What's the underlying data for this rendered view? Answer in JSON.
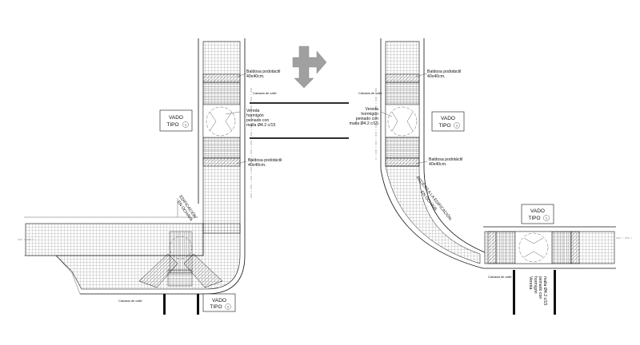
{
  "left_plan": {
    "paving_label_top": [
      "Baldosa podotáctil",
      "40x40cm."
    ],
    "paving_label_bottom": [
      "Baldosa podotáctil",
      "40x40cm."
    ],
    "vereda_label": [
      "Vereda",
      "hormigón",
      "peinado con",
      "malla Ø4.2 c/15"
    ],
    "vado_top": [
      "VADO",
      "TIPO",
      "1"
    ],
    "vado_bottom": [
      "VADO",
      "TIPO",
      "2"
    ],
    "curve_label": [
      "EDIFICACIÓN",
      "EN OCHAVA"
    ],
    "small_note": "Calzada de calle",
    "small_note_bottom": "Calzada de calle"
  },
  "right_plan": {
    "paving_label_top": [
      "Baldosa podotáctil",
      "40x40cm."
    ],
    "paving_label_bottom": [
      "Baldosa podotáctil",
      "40x40cm."
    ],
    "vereda_label": [
      "Vereda",
      "hormigón",
      "peinado con",
      "malla Ø4.2 c/15"
    ],
    "vereda_label_vertical": [
      "Vereda",
      "hormigón",
      "peinado con",
      "malla Ø4.2 c/15"
    ],
    "vado_top": [
      "VADO",
      "TIPO",
      "1"
    ],
    "vado_right": [
      "VADO",
      "TIPO",
      "1"
    ],
    "curve_label": [
      "ACCESO A LA EDIFICACIÓN",
      "EN OCHAVA"
    ],
    "small_note": "Calzada de calle",
    "small_note_bottom": "Calzada de calle"
  },
  "colors": {
    "line": "#111111",
    "arrow": "#a0a0a0"
  }
}
